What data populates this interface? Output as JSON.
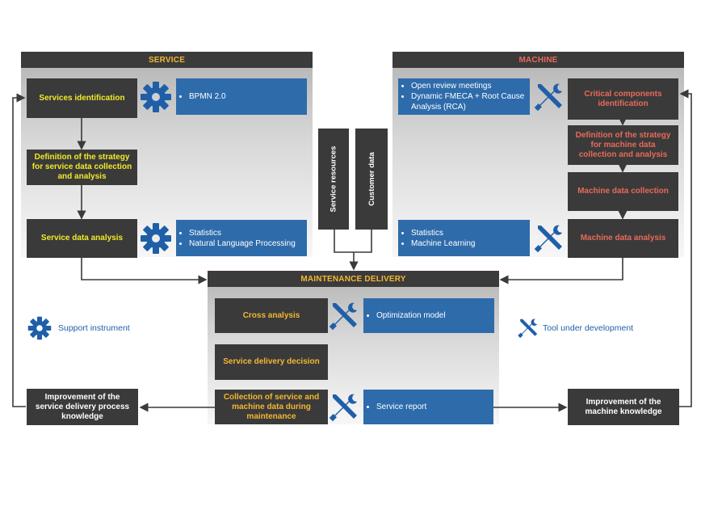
{
  "service": {
    "header": "SERVICE",
    "services_identification": "Services identification",
    "strategy_definition": "Definition of the strategy for service data collection and analysis",
    "data_analysis": "Service data analysis",
    "tools_identification": [
      "BPMN 2.0"
    ],
    "tools_analysis": [
      "Statistics",
      "Natural Language Processing"
    ]
  },
  "machine": {
    "header": "MACHINE",
    "critical_components": "Critical components identification",
    "strategy_definition": "Definition of the strategy for machine data collection and analysis",
    "data_collection": "Machine data collection",
    "data_analysis": "Machine data analysis",
    "tools_critical": [
      "Open review meetings",
      "Dynamic FMECA + Root Cause Analysis (RCA)"
    ],
    "tools_analysis": [
      "Statistics",
      "Machine Learning"
    ]
  },
  "inputs": {
    "service_resources": "Service resources",
    "customer_data": "Customer data"
  },
  "maintenance": {
    "header": "MAINTENANCE DELIVERY",
    "cross_analysis": "Cross analysis",
    "delivery_decision": "Service delivery decision",
    "collection": "Collection of service and machine data during maintenance",
    "tool_cross": [
      "Optimization model"
    ],
    "tool_collection": [
      "Service report"
    ]
  },
  "improvement": {
    "service": "Improvement of the service delivery process knowledge",
    "machine": "Improvement of the machine knowledge"
  },
  "legend": {
    "support": "Support instrument",
    "development": "Tool under development"
  },
  "colors": {
    "dark_box": "#3a3a3a",
    "blue_box": "#2e6bab",
    "service_text": "#f2ea28",
    "machine_text": "#e86a5a",
    "maintenance_text": "#f5b731",
    "icon": "#1f5fa8"
  },
  "icons": {
    "support": "gear-icon",
    "development": "tools-icon"
  }
}
